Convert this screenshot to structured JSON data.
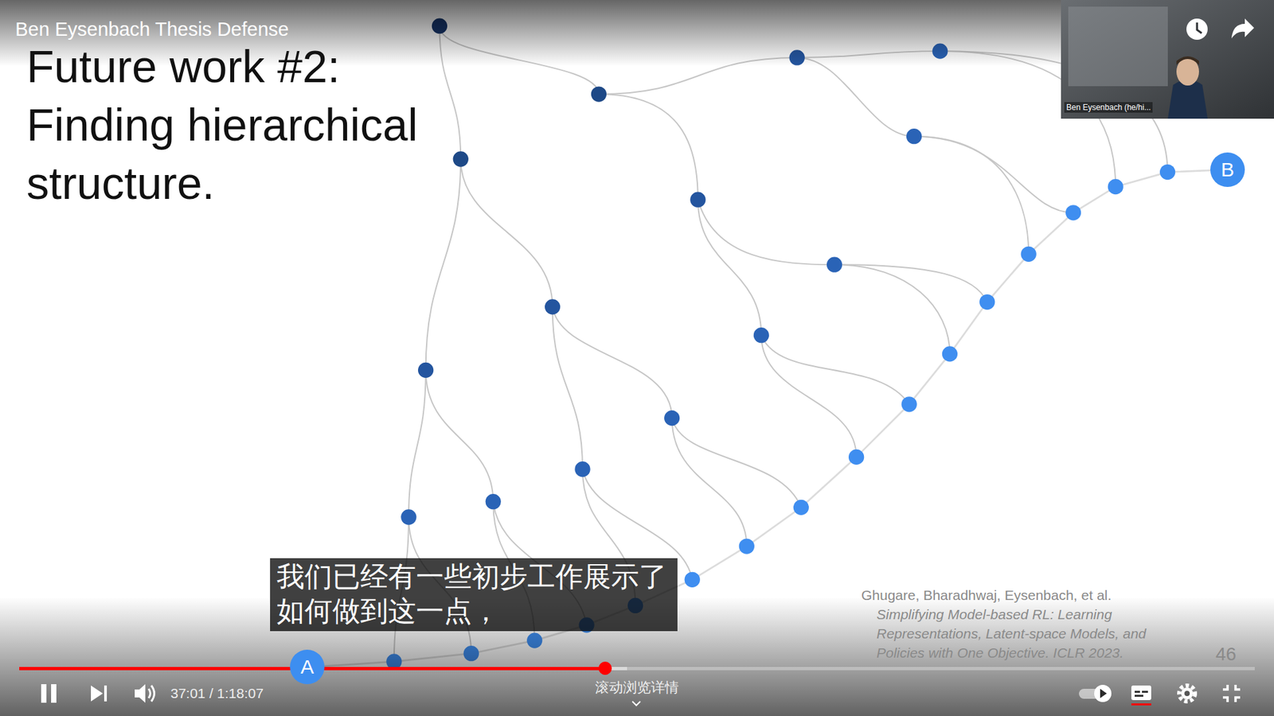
{
  "diagram": {
    "title": "Future work #2: Finding hierarchical structure.",
    "nodes": [
      {
        "text": [
          "A"
        ]
      },
      {
        "text": [
          "B"
        ]
      }
    ],
    "labels": [
      "Ben Eysenbach Thesis Defense",
      "Ben Eysenbach (he/hi...",
      "我们已经有一些初步工作展示了 如何做到这一点，",
      "Ghugare, Bharadhwaj, Eysenbach, et al.",
      "Simplifying Model-based RL: Learning Representations, Latent-space Models, and Policies with One Objective. ICLR 2023.",
      "46",
      "37:01 / 1:18:07",
      "滚动浏览详情"
    ]
  }
}
